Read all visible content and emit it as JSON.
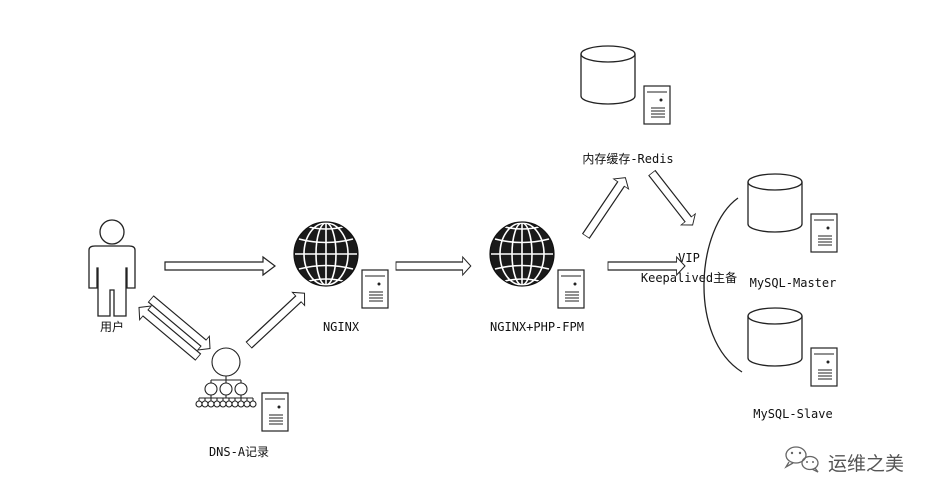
{
  "nodes": {
    "user": "用户",
    "dns": "DNS-A记录",
    "nginx": "NGINX",
    "nginx_php": "NGINX+PHP-FPM",
    "redis": "内存缓存-Redis",
    "vip": "VIP",
    "keepalived": "Keepalived主备",
    "mysql_master": "MySQL-Master",
    "mysql_slave": "MySQL-Slave"
  },
  "watermark": {
    "text": "运维之美",
    "icon": "wechat-icon"
  },
  "colors": {
    "line": "#222222",
    "arrow_fill": "#ffffff",
    "globe_fill": "#1a1a1a",
    "background": "#ffffff"
  }
}
